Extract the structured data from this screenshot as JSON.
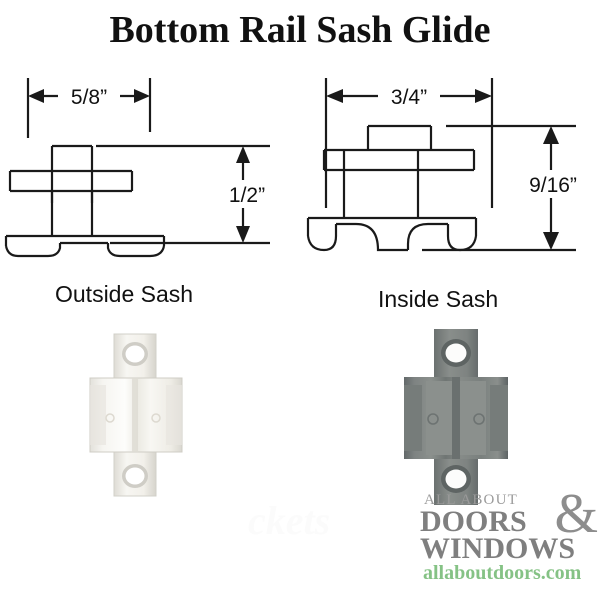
{
  "title": "Bottom Rail Sash Glide",
  "diagrams": [
    {
      "id": "outside-sash-diagram",
      "width_dimension": "5/8”",
      "height_dimension": "1/2”"
    },
    {
      "id": "inside-sash-diagram",
      "width_dimension": "3/4”",
      "height_dimension": "9/16”"
    }
  ],
  "captions": {
    "outside": "Outside Sash",
    "inside": "Inside Sash"
  },
  "products": [
    {
      "id": "outside-sash-glide",
      "color_name": "white",
      "color_hex": "#f2f0ea"
    },
    {
      "id": "inside-sash-glide",
      "color_name": "gray",
      "color_hex": "#7d8280"
    }
  ],
  "watermark": "ckets",
  "logo": {
    "line1": "ALL ABOUT",
    "line2": "DOORS",
    "ampersand": "&",
    "line3": "WINDOWS",
    "url": "allaboutdoors.com",
    "gray_hex": "#7f7f7f",
    "green_hex": "#85c285"
  }
}
